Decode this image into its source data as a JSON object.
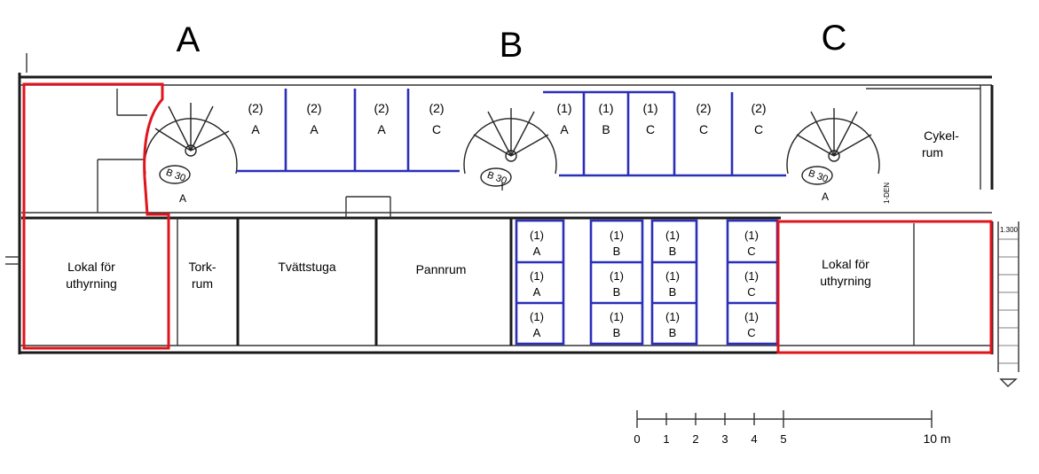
{
  "stairwells": {
    "A": "A",
    "B": "B",
    "C": "C"
  },
  "stair_marks": {
    "a": "B 30",
    "b": "B 30",
    "c": "B 30",
    "a_sub": "A",
    "b_sub": "I",
    "c_sub": "A"
  },
  "rooms": {
    "lokal_left_1": "Lokal för",
    "lokal_left_2": "uthyrning",
    "tork_1": "Tork-",
    "tork_2": "rum",
    "tvattstuga": "Tvättstuga",
    "pannrum": "Pannrum",
    "lokal_right_1": "Lokal för",
    "lokal_right_2": "uthyrning",
    "cykel_1": "Cykel-",
    "cykel_2": "rum"
  },
  "top_storage": [
    {
      "size": "(2)",
      "stair": "A"
    },
    {
      "size": "(2)",
      "stair": "A"
    },
    {
      "size": "(2)",
      "stair": "A"
    },
    {
      "size": "(2)",
      "stair": "C"
    },
    {
      "size": "(1)",
      "stair": "A"
    },
    {
      "size": "(1)",
      "stair": "B"
    },
    {
      "size": "(1)",
      "stair": "C"
    },
    {
      "size": "(2)",
      "stair": "C"
    },
    {
      "size": "(2)",
      "stair": "C"
    }
  ],
  "bottom_storage": [
    [
      {
        "size": "(1)",
        "stair": "A"
      },
      {
        "size": "(1)",
        "stair": "A"
      },
      {
        "size": "(1)",
        "stair": "A"
      }
    ],
    [
      {
        "size": "(1)",
        "stair": "B"
      },
      {
        "size": "(1)",
        "stair": "B"
      },
      {
        "size": "(1)",
        "stair": "B"
      }
    ],
    [
      {
        "size": "(1)",
        "stair": "B"
      },
      {
        "size": "(1)",
        "stair": "B"
      },
      {
        "size": "(1)",
        "stair": "B"
      }
    ],
    [
      {
        "size": "(1)",
        "stair": "C"
      },
      {
        "size": "(1)",
        "stair": "C"
      },
      {
        "size": "(1)",
        "stair": "C"
      }
    ]
  ],
  "scale": {
    "ticks": [
      "0",
      "1",
      "2",
      "3",
      "4",
      "5"
    ],
    "end": "10 m"
  },
  "annotations": {
    "dim": "1.300",
    "vertical": "1-DEN"
  },
  "colors": {
    "storage_outline": "#2b2fb8",
    "rental_outline": "#e0141c",
    "walls": "#1a1a1a"
  }
}
